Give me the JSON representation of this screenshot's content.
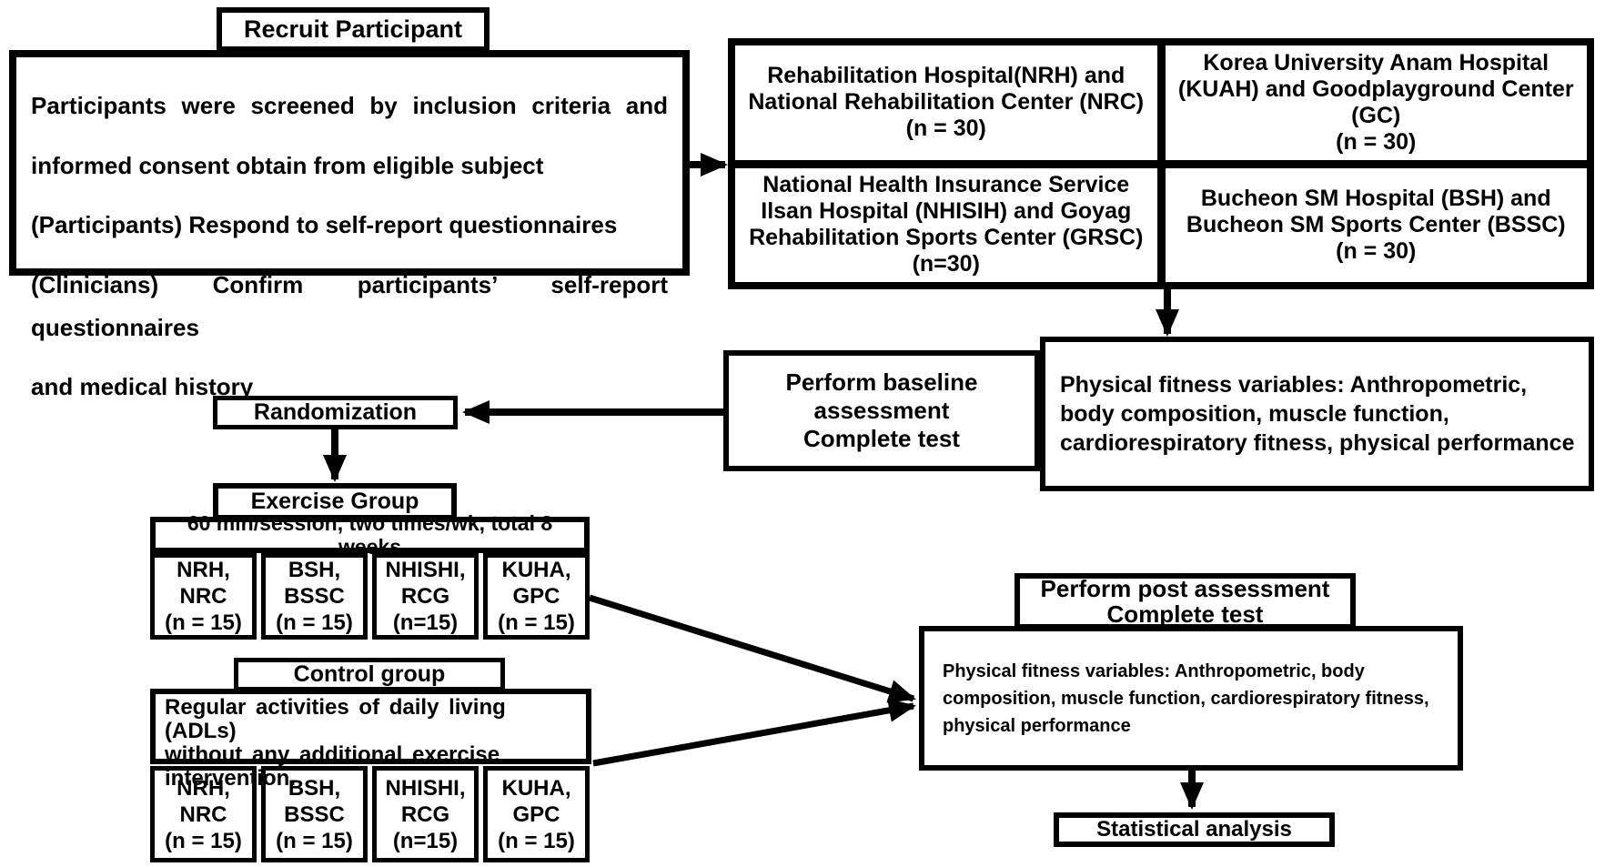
{
  "diagram": {
    "colors": {
      "line": "#000000",
      "background": "#ffffff"
    },
    "recruit": {
      "title": "Recruit Participant",
      "screening_lines": [
        "Participants were screened by inclusion criteria and",
        "informed consent obtain from eligible subject",
        "(Participants) Respond to self-report questionnaires",
        "(Clinicians) Confirm participants’ self-report questionnaires",
        "and medical history"
      ]
    },
    "sites": {
      "top_left": "Rehabilitation Hospital(NRH) and\nNational Rehabilitation Center (NRC)\n(n = 30)",
      "top_right": "Korea University Anam Hospital\n(KUAH) and Goodplayground Center\n(GC)\n(n = 30)",
      "bottom_left": "National Health Insurance Service\nIlsan Hospital (NHISIH) and Goyag\nRehabilitation Sports Center (GRSC)\n(n=30)",
      "bottom_right": "Bucheon SM Hospital (BSH) and\nBucheon SM Sports Center (BSSC)\n(n = 30)"
    },
    "baseline": {
      "assessment": "Perform baseline\nassessment\nComplete test",
      "variables": "Physical fitness variables: Anthropometric,\nbody composition, muscle function,\ncardiorespiratory fitness, physical performance"
    },
    "randomization": "Randomization",
    "exercise_group": {
      "title": "Exercise Group",
      "dose": "60 min/session, two times/wk, total 8 weeks",
      "cells": [
        "NRH,\nNRC\n(n = 15)",
        "BSH,\nBSSC\n(n = 15)",
        "NHISHI,\nRCG\n(n=15)",
        "KUHA,\nGPC\n(n = 15)"
      ]
    },
    "control_group": {
      "title": "Control group",
      "description": "Regular activities of daily living (ADLs)\nwithout any additional exercise\nintervention.",
      "cells": [
        "NRH,\nNRC\n(n = 15)",
        "BSH,\nBSSC\n(n = 15)",
        "NHISHI,\nRCG\n(n=15)",
        "KUHA,\nGPC\n(n = 15)"
      ]
    },
    "post": {
      "title": "Perform post assessment\nComplete test",
      "variables": "Physical fitness variables: Anthropometric, body\ncomposition, muscle function, cardiorespiratory fitness,\nphysical performance"
    },
    "statistical": "Statistical analysis"
  }
}
